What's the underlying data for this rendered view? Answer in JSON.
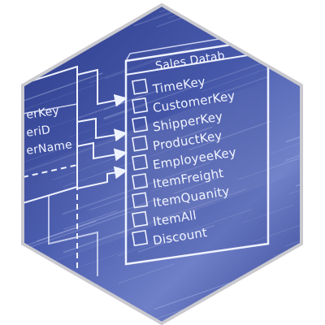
{
  "palette": {
    "bg_dark": "#23307a",
    "bg_mid": "#3c4fa0",
    "bg_light": "#8f9fd8",
    "hex_border": "#d2d2d6",
    "line": "#eef2ff",
    "text": "#f1f4ff"
  },
  "sales_table": {
    "title": "Sales Datab",
    "fields": [
      {
        "name": "TimeKey"
      },
      {
        "name": "CustomerKey"
      },
      {
        "name": "ShipperKey"
      },
      {
        "name": "ProductKey"
      },
      {
        "name": "EmployeeKey"
      },
      {
        "name": "ItemFreight"
      },
      {
        "name": "ItemQuanity"
      },
      {
        "name": "ItemAll"
      },
      {
        "name": "Discount"
      }
    ]
  },
  "left_table": {
    "fields": [
      "erKey",
      "eriD",
      "erName"
    ]
  }
}
